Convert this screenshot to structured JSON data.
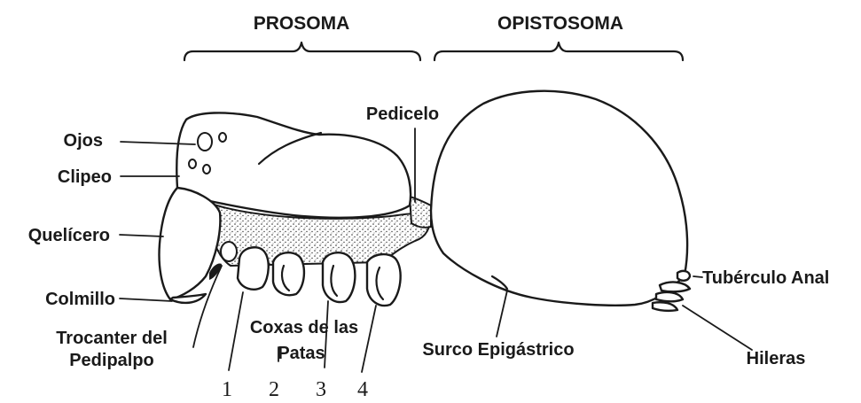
{
  "headers": {
    "prosoma": "PROSOMA",
    "opistosoma": "OPISTOSOMA"
  },
  "labels": {
    "ojos": "Ojos",
    "clipeo": "Clipeo",
    "quelicero": "Quelícero",
    "colmillo": "Colmillo",
    "trocanter_line1": "Trocanter del",
    "trocanter_line2": "Pedipalpo",
    "coxas_line1": "Coxas de las",
    "coxas_line2": "Patas",
    "pedicelo": "Pedicelo",
    "surco": "Surco Epigástrico",
    "tuberculo": "Tubérculo Anal",
    "hileras": "Hileras"
  },
  "leg_numbers": [
    "1",
    "2",
    "3",
    "4"
  ]
}
